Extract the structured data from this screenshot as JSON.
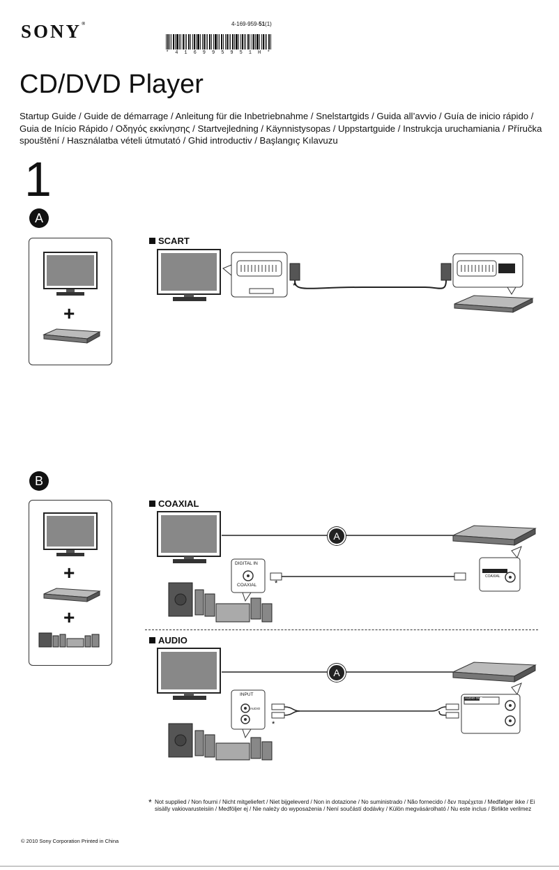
{
  "header": {
    "brand": "SONY",
    "part_number_prefix": "4-169-959-",
    "part_number_bold": "51",
    "part_number_suffix": "(1)",
    "barcode_text": "* 4 1 6 9 9 5 9 5 1 H *"
  },
  "title": "CD/DVD Player",
  "guide_titles": "Startup Guide / Guide de démarrage / Anleitung für die Inbetriebnahme / Snelstartgids / Guida all’avvio / Guía de inicio rápido / Guia de Início Rápido / Οδηγός εκκίνησης / Startvejledning / Käynnistysopas / Uppstartguide / Instrukcja uruchamiania / Příručka spouštění / Használatba vételi útmutató / Ghid introductiv / Başlangıç Kılavuzu",
  "step_number": "1",
  "section_a": {
    "badge": "A",
    "connection_label": "SCART",
    "star": "*"
  },
  "section_b": {
    "badge": "B",
    "coaxial": {
      "label": "COAXIAL",
      "cable_badge": "A",
      "tv_jack_title": "DIGITAL IN",
      "tv_jack_label": "COAXIAL",
      "player_jack_title": "DIGITAL OUT",
      "player_jack_label": "COAXIAL",
      "star": "*"
    },
    "audio": {
      "label": "AUDIO",
      "cable_badge": "A",
      "input_title": "INPUT",
      "input_sub": "AUDIO",
      "output_title": "AUDIO OUT",
      "star": "*"
    }
  },
  "plus_sign": "+",
  "footnote": {
    "marker": "*",
    "text": "Not supplied / Non fourni / Nicht mitgeliefert / Niet bijgeleverd / Non in dotazione / No suministrado / Não fornecido / δεν παρέχεται / Medfølger ikke / Ei sisälly vakiovarusteisiin / Medföljer ej / Nie należy do wyposażenia / Není součástí dodávky / Külön megvásárolható / Nu este inclus / Birlikte verilmez"
  },
  "copyright": "© 2010 Sony Corporation Printed in China",
  "colors": {
    "ink": "#111111",
    "grey_device": "#9a9a9a",
    "panel_border": "#333333"
  }
}
